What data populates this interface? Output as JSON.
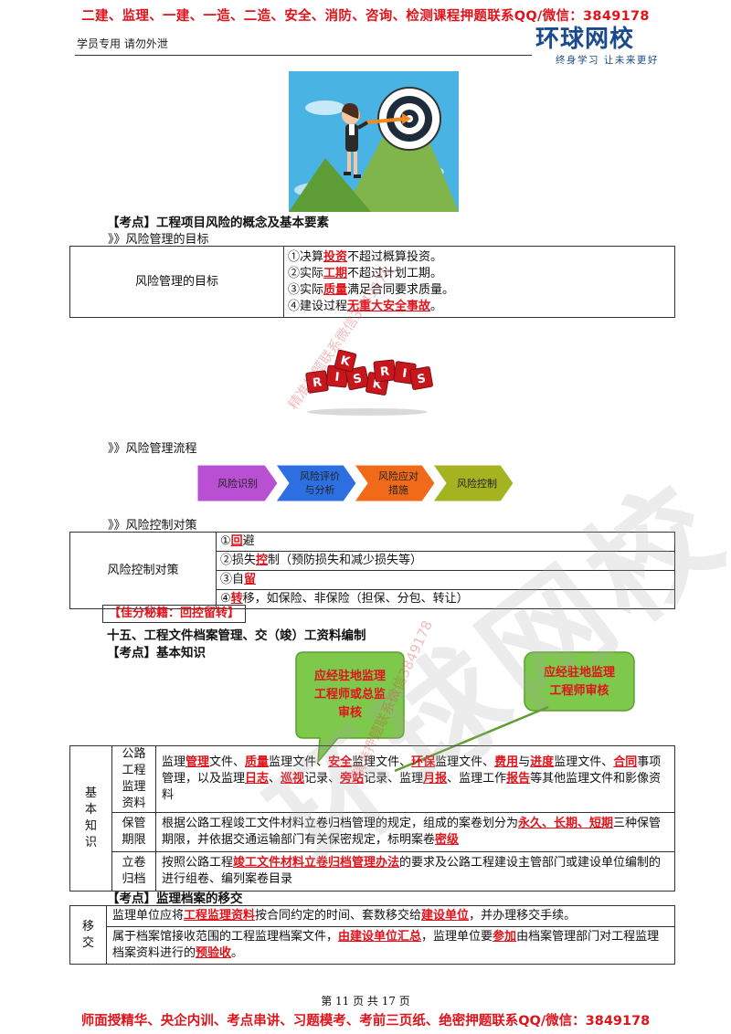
{
  "header": {
    "top_banner": "二建、监理、一建、一造、二造、安全、消防、咨询、检测课程押题联系QQ/微信：3849178",
    "left_note": "学员专用 请勿外泄",
    "logo_main": "环球网校",
    "logo_sub": "终身学习 让未来更好"
  },
  "watermark": {
    "large": "环球网校",
    "small": "精准押题联系微信3849178"
  },
  "section1": {
    "title": "【考点】工程项目风险的概念及基本要素",
    "sub1": "》》风险管理的目标",
    "table": {
      "label": "风险管理的目标",
      "items": [
        {
          "a": "①决算",
          "em": "投资",
          "b": "不超过概算投资。"
        },
        {
          "a": "②实际",
          "em": "工期",
          "b": "不超过计划工期。"
        },
        {
          "a": "③实际",
          "em": "质量",
          "b": "满足合同要求质量。"
        },
        {
          "a": "④建设过程",
          "em": "无重大安全事故",
          "b": "。"
        }
      ]
    },
    "risk_image": {
      "letters": [
        "R",
        "I",
        "S",
        "K",
        "R",
        "I",
        "S",
        "K"
      ]
    },
    "sub2": "》》风险管理流程",
    "flow": [
      {
        "line1": "风险识别",
        "line2": "",
        "color": "#b94fd3"
      },
      {
        "line1": "风险评价",
        "line2": "与分析",
        "color": "#2d6fe0"
      },
      {
        "line1": "风险应对",
        "line2": "措施",
        "color": "#f06a1a"
      },
      {
        "line1": "风险控制",
        "line2": "",
        "color": "#a5b321"
      }
    ],
    "sub3": "》》风险控制对策",
    "control_table": {
      "label": "风险控制对策",
      "rows": [
        {
          "a": "①",
          "em": "回",
          "b": "避"
        },
        {
          "a": "②损失",
          "em": "控",
          "b": "制（预防损失和减少损失等）"
        },
        {
          "a": "③自",
          "em": "留",
          "b": ""
        },
        {
          "a": "④",
          "em": "转",
          "b": "移，如保险、非保险（担保、分包、转让）"
        }
      ]
    },
    "tip": "【佳分秘籍：回控留转】"
  },
  "section2": {
    "title": "十五、工程文件档案管理、交（竣）工资料编制",
    "kaodian": "【考点】基本知识",
    "callout1": [
      "应经驻地监理",
      "工程师或总监",
      "审核"
    ],
    "callout2": [
      "应经驻地监理",
      "工程师审核"
    ],
    "table": {
      "main_label": "基本知识",
      "rows": [
        {
          "label": "公路工程监理资料",
          "content": [
            {
              "t": "监理"
            },
            {
              "e": "管理"
            },
            {
              "t": "文件、"
            },
            {
              "e": "质量"
            },
            {
              "t": "监理文件、"
            },
            {
              "e": "安全"
            },
            {
              "t": "监理文件、"
            },
            {
              "e": "环保"
            },
            {
              "t": "监理文件、"
            },
            {
              "e": "费用"
            },
            {
              "t": "与"
            },
            {
              "e": "进度"
            },
            {
              "t": "监理文件、"
            },
            {
              "e": "合同"
            },
            {
              "t": "事项管理，以及监理"
            },
            {
              "e": "日志"
            },
            {
              "t": "、"
            },
            {
              "e": "巡视"
            },
            {
              "t": "记录、"
            },
            {
              "e": "旁站"
            },
            {
              "t": "记录、监理"
            },
            {
              "e": "月报"
            },
            {
              "t": "、监理工作"
            },
            {
              "e": "报告"
            },
            {
              "t": "等其他监理文件和影像资料"
            }
          ]
        },
        {
          "label": "保管期限",
          "content": [
            {
              "t": "根据公路工程竣工文件材料立卷归档管理的规定，组成的案卷划分为"
            },
            {
              "e": "永久、长期、短期"
            },
            {
              "t": "三种保管期限，并依据交通运输部门有关保密规定，标明案卷"
            },
            {
              "e": "密级"
            }
          ]
        },
        {
          "label": "立卷归档",
          "content": [
            {
              "t": "按照公路工程"
            },
            {
              "e": "竣工文件材料立卷归档管理办法"
            },
            {
              "t": "的要求及公路工程建设主管部门或建设单位编制的进行组卷、编列案卷目录"
            }
          ]
        }
      ]
    },
    "kaodian2": "【考点】监理档案的移交",
    "transfer": {
      "label": "移交",
      "rows": [
        [
          {
            "t": "监理单位应将"
          },
          {
            "e": "工程监理资料"
          },
          {
            "t": "按合同约定的时间、套数移交给"
          },
          {
            "e": "建设单位"
          },
          {
            "t": "，并办理移交手续。"
          }
        ],
        [
          {
            "t": "属于档案馆接收范围的工程监理档案文件，"
          },
          {
            "e": "由建设单位汇总"
          },
          {
            "t": "，监理单位要"
          },
          {
            "e": "参加"
          },
          {
            "t": "由档案管理部门对工程监理档案资料进行的"
          },
          {
            "e": "预验收"
          },
          {
            "t": "。"
          }
        ]
      ]
    }
  },
  "footer": {
    "page": "第 11 页 共 17 页",
    "banner": "师面授精华、央企内训、考点串讲、习题模考、考前三页纸、绝密押题联系QQ/微信：3849178"
  }
}
